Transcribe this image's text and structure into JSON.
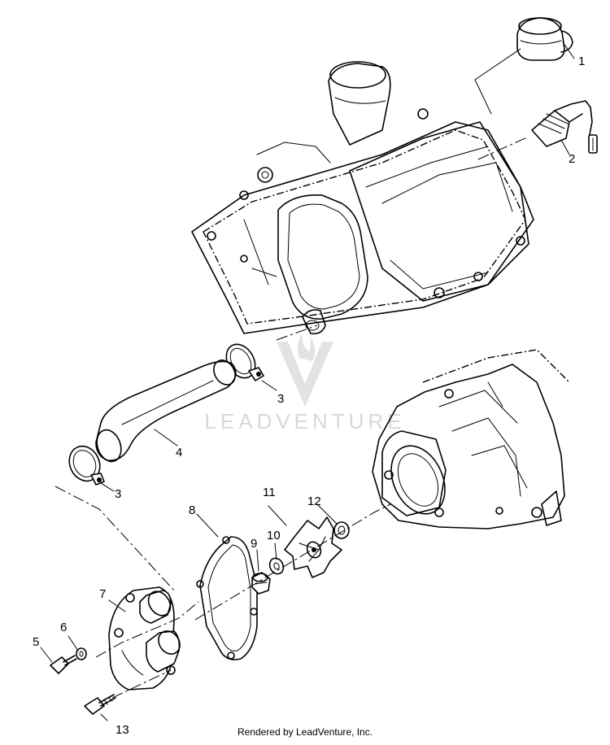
{
  "watermark": "LEADVENTURE",
  "footer": "Rendered by LeadVenture, Inc.",
  "callouts": {
    "c1": "1",
    "c2": "2",
    "c3a": "3",
    "c3b": "3",
    "c4": "4",
    "c5": "5",
    "c6": "6",
    "c7": "7",
    "c8": "8",
    "c9": "9",
    "c10": "10",
    "c11": "11",
    "c12": "12",
    "c13": "13"
  }
}
